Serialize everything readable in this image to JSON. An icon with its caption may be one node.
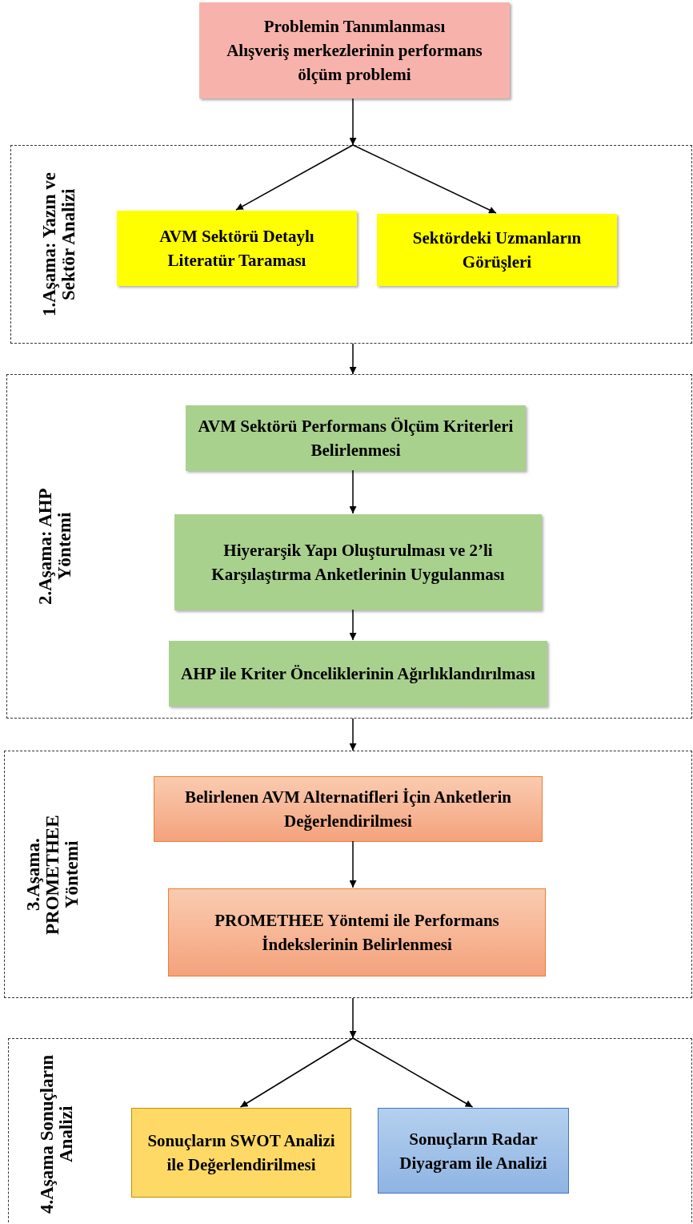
{
  "diagram": {
    "nodes": [
      {
        "text": [
          "Problemin Tanımlanması",
          "Alışveriş merkezlerinin performans ölçüm problemi"
        ]
      },
      {
        "text": [
          "1.Aşama: Yazın ve Sektör Analizi"
        ]
      },
      {
        "text": [
          "AVM Sektörü Detaylı Literatür Taraması"
        ],
        "in": 1
      },
      {
        "text": [
          "Sektördeki Uzmanların Görüşleri"
        ],
        "in": 1
      },
      {
        "text": [
          "2.Aşama: AHP Yöntemi"
        ]
      },
      {
        "text": [
          "AVM Sektörü Performans Ölçüm Kriterleri Belirlenmesi"
        ],
        "in": 4
      },
      {
        "text": [
          "Hiyerarşik Yapı Oluşturulması ve 2’li Karşılaştırma Anketlerinin Uygulanması"
        ],
        "in": 4
      },
      {
        "text": [
          "AHP ile Kriter Önceliklerinin Ağırlıklandırılması"
        ],
        "in": 4
      },
      {
        "text": [
          "3.Aşama. PROMETHEE Yöntemi"
        ]
      },
      {
        "text": [
          "Belirlenen AVM Alternatifleri İçin Anketlerin Değerlendirilmesi"
        ],
        "in": 8
      },
      {
        "text": [
          "PROMETHEE Yöntemi ile Performans İndekslerinin Belirlenmesi"
        ],
        "in": 8
      },
      {
        "text": [
          "4.Aşama Sonuçların Analizi"
        ]
      },
      {
        "text": [
          "Sonuçların SWOT Analizi ile Değerlendirilmesi"
        ],
        "in": 11
      },
      {
        "text": [
          "Sonuçların Radar Diyagram ile Analizi"
        ],
        "in": 11
      }
    ],
    "edges": [
      {
        "from": 0,
        "to": 1,
        "arrow": "to"
      },
      {
        "from": 1,
        "to": 2,
        "arrow": "to"
      },
      {
        "from": 1,
        "to": 3,
        "arrow": "to"
      },
      {
        "from": 1,
        "to": 4,
        "arrow": "to"
      },
      {
        "from": 5,
        "to": 6,
        "arrow": "to"
      },
      {
        "from": 6,
        "to": 7,
        "arrow": "to"
      },
      {
        "from": 4,
        "to": 8,
        "arrow": "to"
      },
      {
        "from": 9,
        "to": 10,
        "arrow": "to"
      },
      {
        "from": 8,
        "to": 11,
        "arrow": "to"
      },
      {
        "from": 11,
        "to": 12,
        "arrow": "to"
      },
      {
        "from": 11,
        "to": 13,
        "arrow": "to"
      }
    ]
  }
}
